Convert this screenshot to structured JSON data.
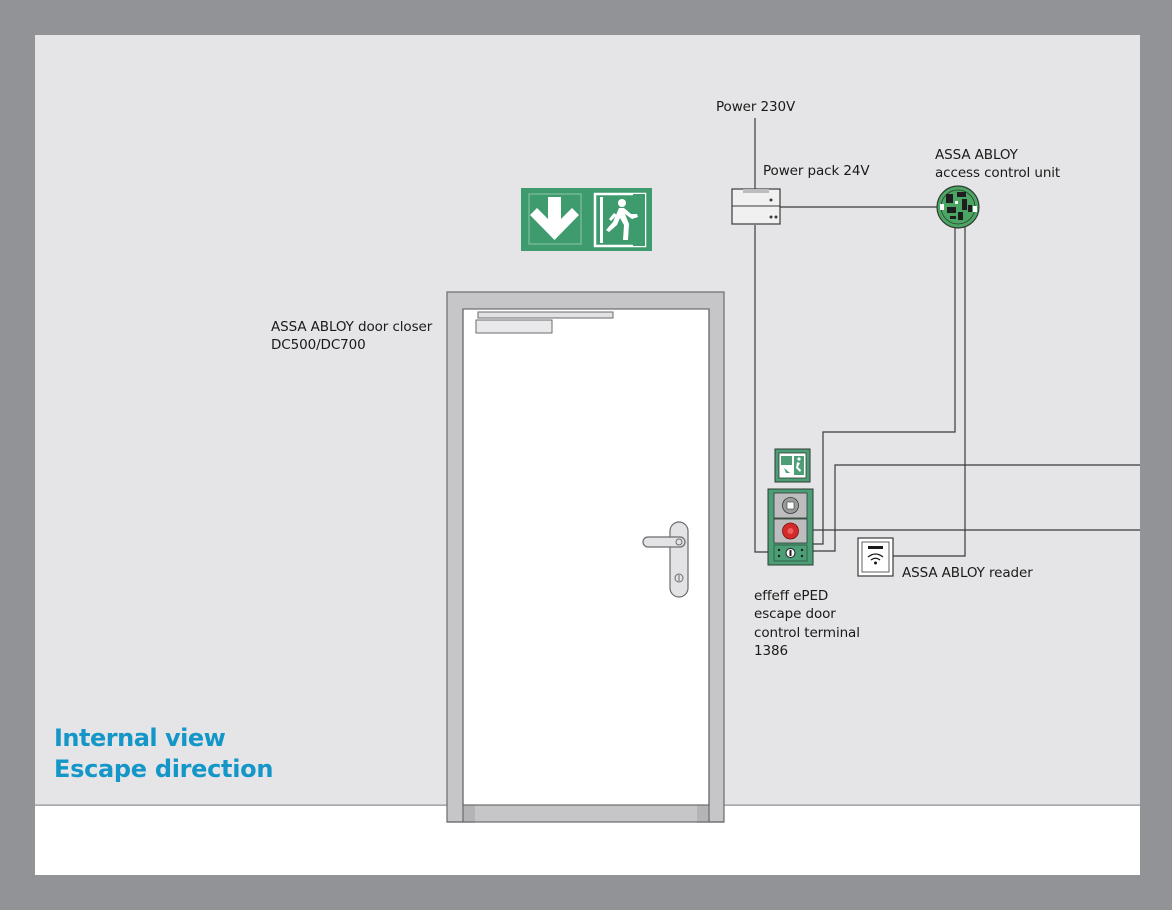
{
  "colors": {
    "frame": "#929396",
    "wall": "#e5e5e7",
    "floor": "#ffffff",
    "door_frame": "#c6c6c8",
    "line": "#3a3a3a",
    "sign_green": "#3e9b6d",
    "terminal_green": "#4b9e76",
    "reader_accent": "#1a1a1a",
    "emergency_red": "#d52a2a",
    "title_blue": "#1496c8"
  },
  "labels": {
    "power": "Power 230V",
    "power_pack": "Power pack 24V",
    "access_control_line1": "ASSA ABLOY",
    "access_control_line2": "access control unit",
    "door_closer_line1": "ASSA ABLOY door closer",
    "door_closer_line2": "DC500/DC700",
    "reader": "ASSA ABLOY reader",
    "terminal_line1": "effeff ePED",
    "terminal_line2": "escape door",
    "terminal_line3": "control terminal",
    "terminal_line4": "1386"
  },
  "view": {
    "title": "Internal view",
    "subtitle": "Escape direction"
  },
  "icons": {
    "exit_sign": "emergency-exit-sign-icon",
    "arrow": "arrow-down-icon",
    "running_man": "running-man-icon",
    "reader": "card-reader-icon",
    "access_control_unit": "circuit-board-icon",
    "power_pack": "power-supply-icon",
    "emergency_button": "emergency-stop-button-icon",
    "door_handle": "door-handle-icon",
    "door_closer": "door-closer-icon"
  }
}
